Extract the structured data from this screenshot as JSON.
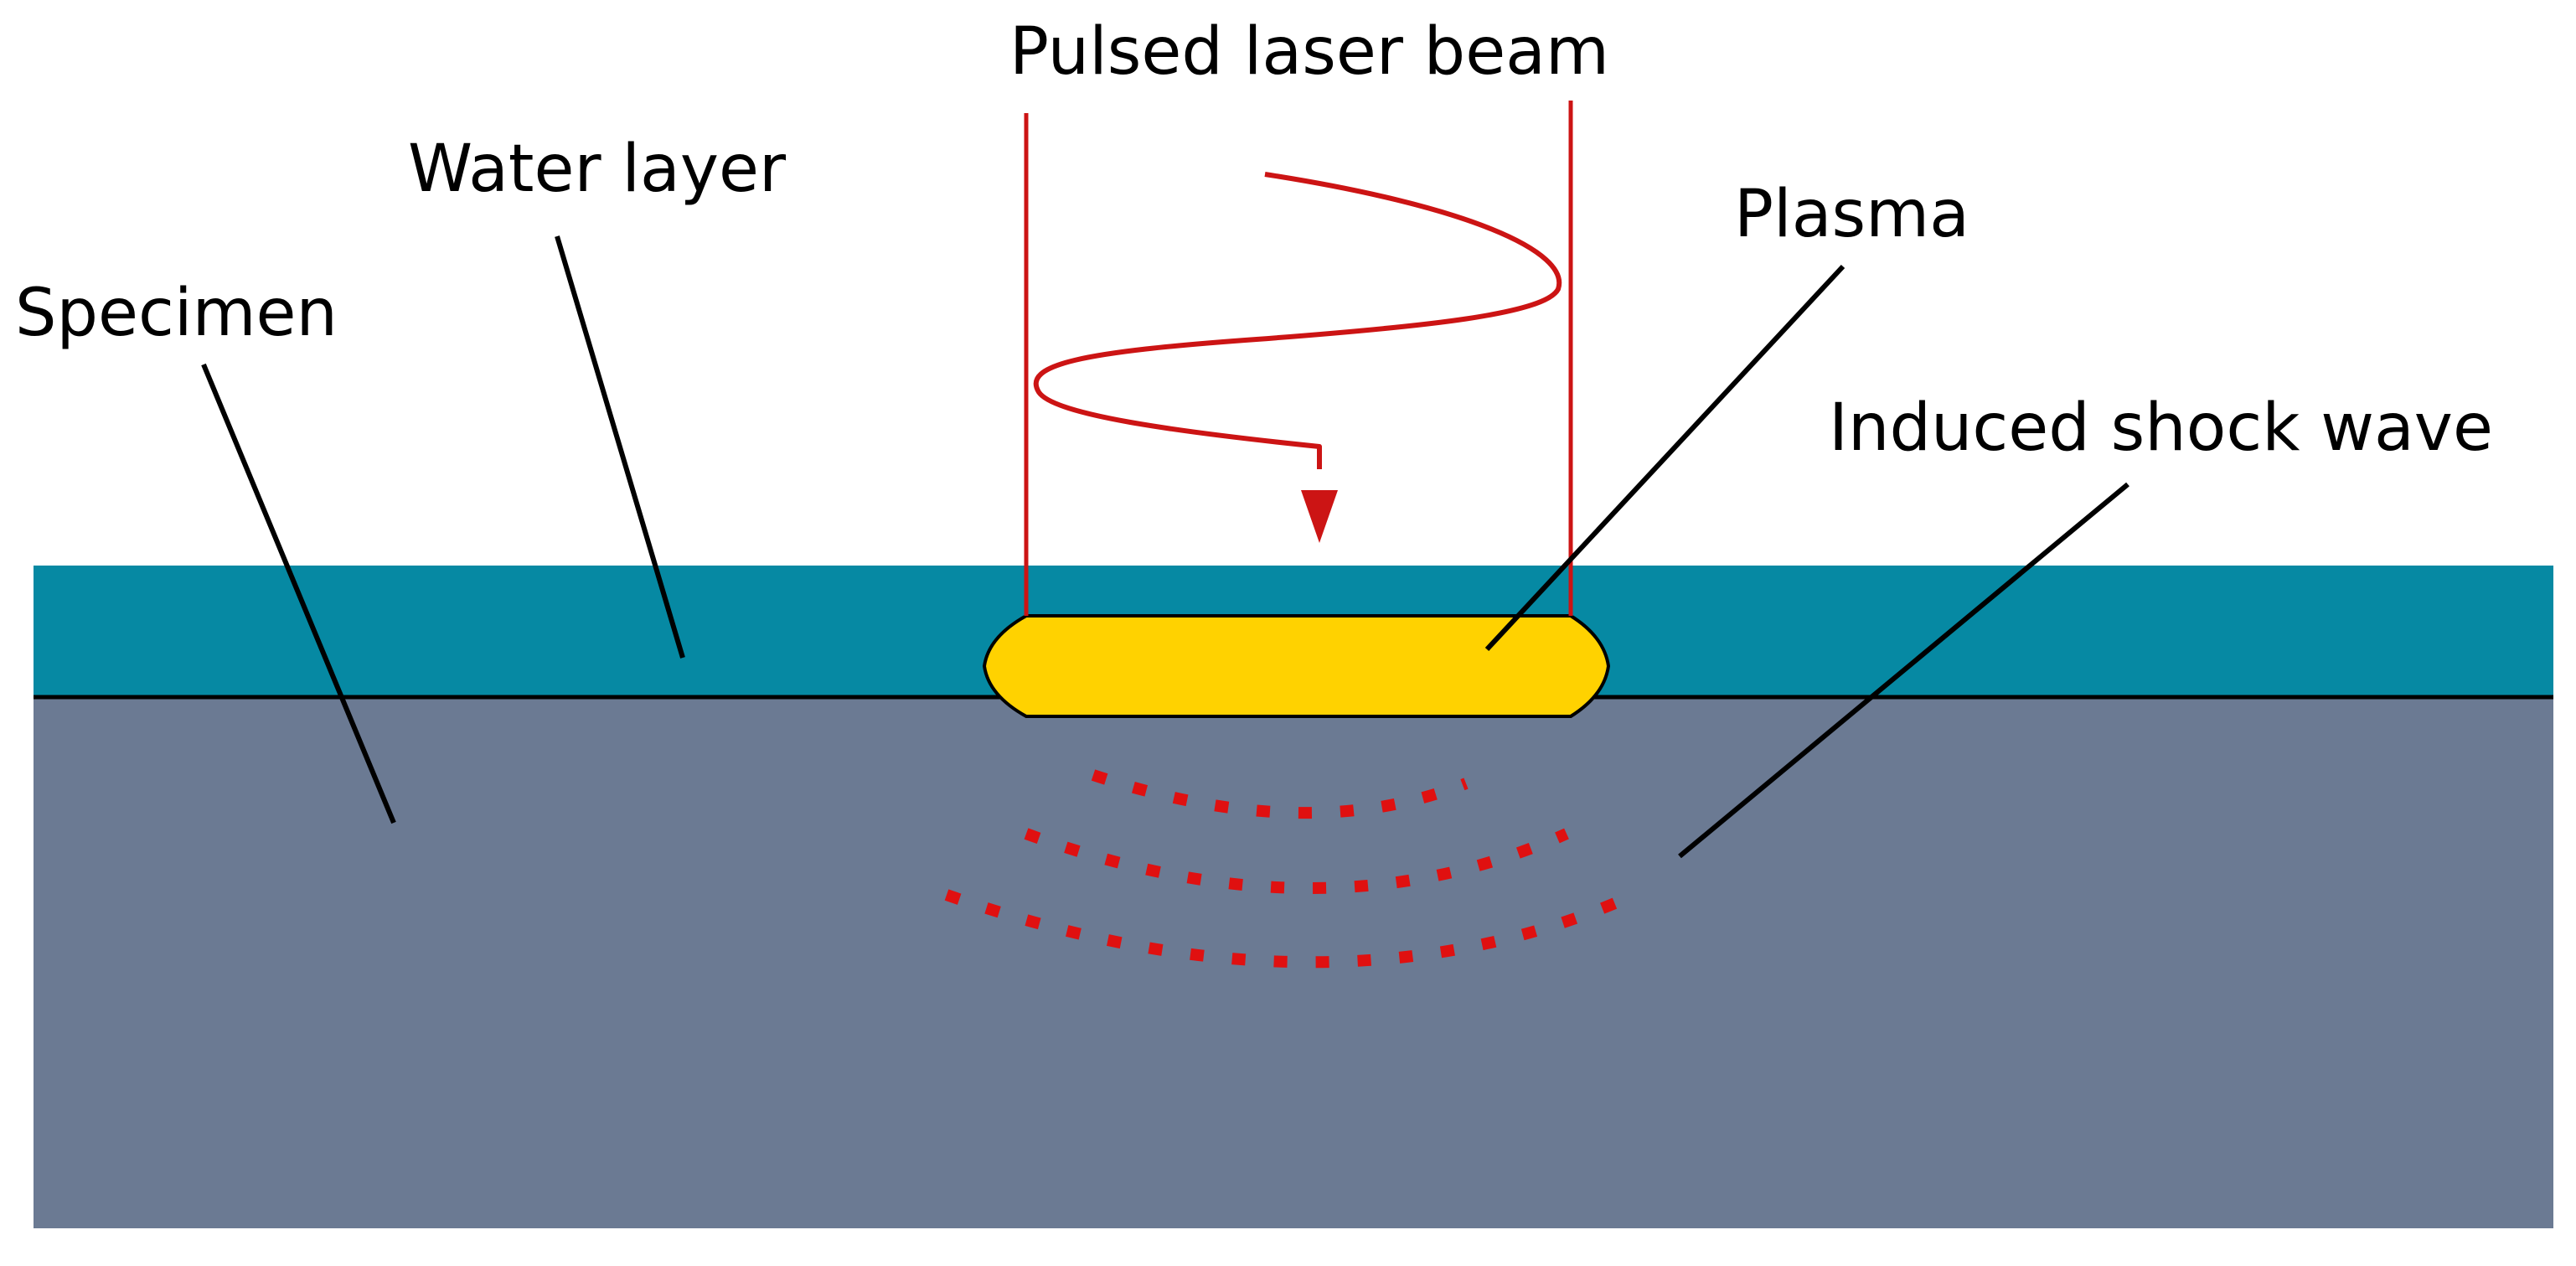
{
  "labels": {
    "pulsed_laser_beam": "Pulsed laser beam",
    "water_layer": "Water layer",
    "plasma": "Plasma",
    "specimen": "Specimen",
    "induced_shock_wave": "Induced shock wave"
  },
  "colors": {
    "background": "#ffffff",
    "water": "#0689a3",
    "specimen": "#6b7a93",
    "plasma": "#ffd200",
    "laser": "#cc1414",
    "shock_wave": "#e01010",
    "leader_line": "#000000"
  }
}
